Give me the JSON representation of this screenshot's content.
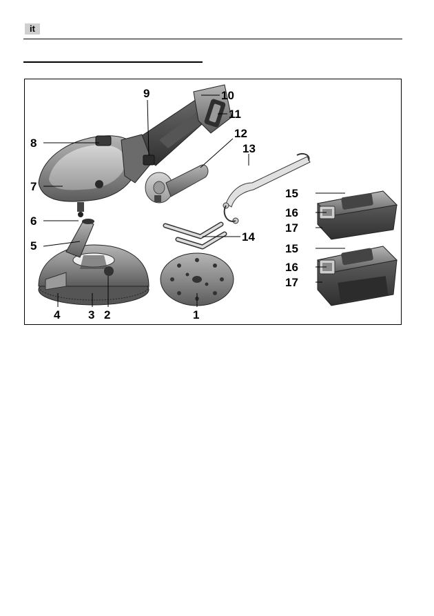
{
  "header": {
    "language_code": "it"
  },
  "figure": {
    "callouts": [
      "1",
      "2",
      "3",
      "4",
      "5",
      "6",
      "7",
      "8",
      "9",
      "10",
      "11",
      "12",
      "13",
      "14",
      "15",
      "16",
      "17"
    ]
  },
  "colors": {
    "tag_background": "#cfcfcf",
    "tool_body": "#8a8a8a",
    "tool_dark": "#3f3f3f",
    "accent": "#555555"
  }
}
